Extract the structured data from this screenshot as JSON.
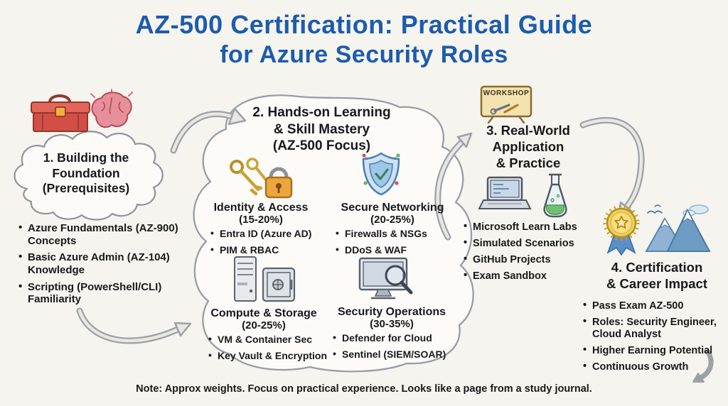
{
  "title": {
    "line1": "AZ-500 Certification: Practical Guide",
    "line2": "for Azure Security Roles"
  },
  "sections": {
    "foundation": {
      "heading_line1": "1. Building the",
      "heading_line2": "Foundation",
      "heading_line3": "(Prerequisites)",
      "bullets": [
        "Azure Fundamentals (AZ-900) Concepts",
        "Basic Azure Admin (AZ-104) Knowledge",
        "Scripting (PowerShell/CLI) Familiarity"
      ]
    },
    "learning": {
      "heading_line1": "2. Hands-on Learning",
      "heading_line2": "& Skill Mastery",
      "heading_line3": "(AZ-500 Focus)",
      "topics": [
        {
          "name": "Identity & Access",
          "weight": "(15-20%)",
          "bullets": [
            "Entra ID (Azure AD)",
            "PIM & RBAC"
          ]
        },
        {
          "name": "Secure Networking",
          "weight": "(20-25%)",
          "bullets": [
            "Firewalls & NSGs",
            "DDoS & WAF"
          ]
        },
        {
          "name": "Compute & Storage",
          "weight": "(20-25%)",
          "bullets": [
            "VM & Container Sec",
            "Key Vault & Encryption"
          ]
        },
        {
          "name": "Security Operations",
          "weight": "(30-35%)",
          "bullets": [
            "Defender for Cloud",
            "Sentinel (SIEM/SOAR)"
          ]
        }
      ]
    },
    "practice": {
      "sign_label": "WORKSHOP",
      "heading_line1": "3. Real-World",
      "heading_line2": "Application",
      "heading_line3": "& Practice",
      "bullets": [
        "Microsoft Learn Labs",
        "Simulated Scenarios",
        "GitHub Projects",
        "Exam Sandbox"
      ]
    },
    "career": {
      "heading_line1": "4. Certification",
      "heading_line2": "& Career Impact",
      "bullets": [
        "Pass Exam AZ-500",
        "Roles: Security Engineer, Cloud Analyst",
        "Higher Earning Potential",
        "Continuous Growth"
      ]
    }
  },
  "footer": {
    "note": "Note: Approx weights. Focus on practical experience. Looks like a page from a study journal."
  },
  "colors": {
    "title_blue": "#1c5cac",
    "text_dark": "#17191d",
    "background": "#f6f4ee",
    "arrow_gray": "#9ba1a9",
    "shape_fill": "#fcfbf8"
  }
}
